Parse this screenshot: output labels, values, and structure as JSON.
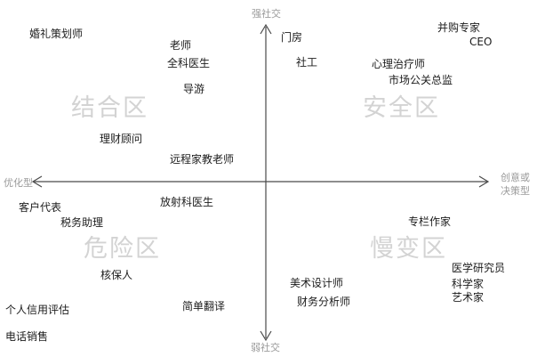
{
  "axes": {
    "top": "强社交",
    "bottom": "弱社交",
    "left": "优化型",
    "right_line1": "创意或",
    "right_line2": "决策型"
  },
  "zones": {
    "top_left": "结合区",
    "top_right": "安全区",
    "bottom_left": "危险区",
    "bottom_right": "慢变区"
  },
  "jobs": {
    "wedding_planner": "婚礼策划师",
    "teacher": "老师",
    "gp_doctor": "全科医生",
    "tour_guide": "导游",
    "financial_advisor": "理财顾问",
    "remote_tutor": "远程家教老师",
    "doorman": "门房",
    "social_worker": "社工",
    "merger_expert": "并购专家",
    "ceo": "CEO",
    "therapist": "心理治疗师",
    "pr_director": "市场公关总监",
    "customer_rep": "客户代表",
    "tax_assistant": "税务助理",
    "radiologist": "放射科医生",
    "security_guard": "核保人",
    "credit_evaluator": "个人信用评估",
    "simple_translator": "简单翻译",
    "telemarketer": "电话销售",
    "columnist": "专栏作家",
    "medical_researcher": "医学研究员",
    "scientist": "科学家",
    "artist": "艺术家",
    "graphic_designer": "美术设计师",
    "financial_analyst": "财务分析师"
  }
}
